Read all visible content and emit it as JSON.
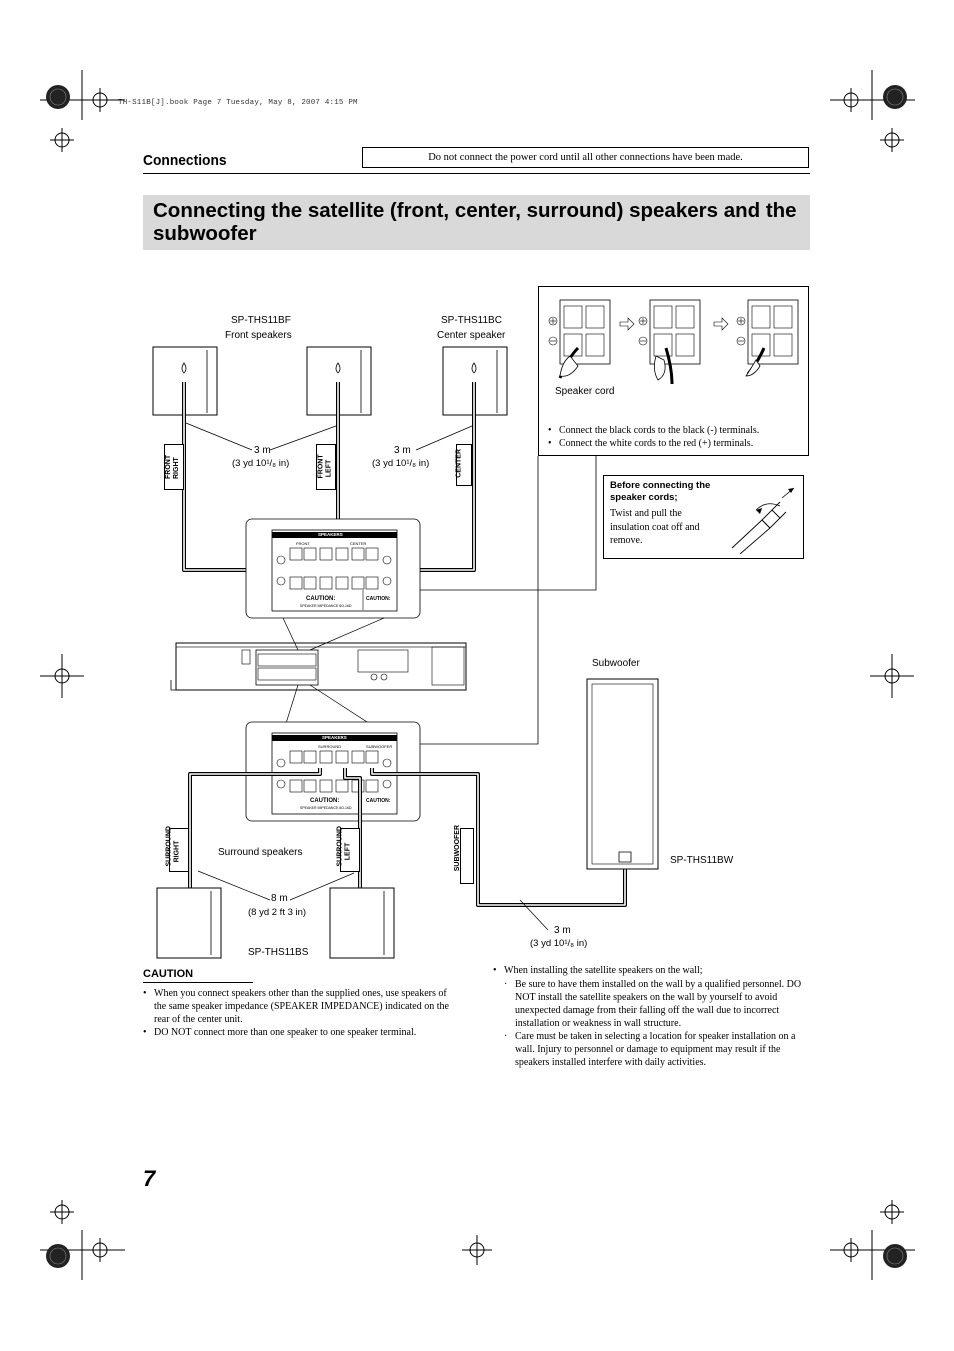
{
  "file_header": "TH-S11B[J].book  Page 7  Tuesday, May 8, 2007  4:15 PM",
  "section_title": "Connections",
  "notice": "Do not connect the power cord until all other connections have been made.",
  "heading": "Connecting the satellite (front, center, surround) speakers and the subwoofer",
  "diagram": {
    "front_model": "SP-THS11BF",
    "front_label": "Front speakers",
    "center_model": "SP-THS11BC",
    "center_label": "Center speaker",
    "tag_front_right": "FRONT\nRIGHT",
    "tag_front_left": "FRONT\nLEFT",
    "tag_center": "CENTER",
    "length_front": "3 m",
    "length_front_imperial": "(3 yd 10¹/₈ in)",
    "length_center": "3 m",
    "length_center_imperial": "(3 yd 10¹/₈ in)",
    "panel_speakers": "SPEAKERS",
    "panel_front": "FRONT",
    "panel_center": "CENTER",
    "panel_surround": "SURROUND",
    "panel_subwoofer": "SUBWOOFER",
    "panel_caution": "CAUTION:",
    "panel_impedance": "SPEAKER IMPEDANCE 6Ω-16Ω",
    "subwoofer_label": "Subwoofer",
    "subwoofer_model": "SP-THS11BW",
    "tag_surround_right": "SURROUND\nRIGHT",
    "tag_surround_left": "SURROUND\nLEFT",
    "tag_subwoofer": "SUBWOOFER",
    "surround_label": "Surround speakers",
    "length_surround": "8 m",
    "length_surround_imperial": "(8 yd 2 ft 3 in)",
    "surround_model": "SP-THS11BS",
    "length_sub": "3 m",
    "length_sub_imperial": "(3 yd 10¹/₈ in)"
  },
  "inset": {
    "speaker_cord_label": "Speaker cord",
    "bullets": [
      "Connect the black cords to the black (-) terminals.",
      "Connect the white cords to the red (+) terminals."
    ]
  },
  "before_box": {
    "title": "Before connecting the speaker cords;",
    "text": "Twist and pull the insulation coat off and remove."
  },
  "caution": {
    "title": "CAUTION",
    "bullets": [
      "When you connect speakers other than the supplied ones, use speakers of the same speaker impedance (SPEAKER IMPEDANCE) indicated on the rear of the center unit.",
      "DO NOT connect more than one speaker to one speaker terminal."
    ]
  },
  "wall": {
    "intro": "When installing the satellite speakers on the wall;",
    "items": [
      "Be sure to have them installed on the wall by a qualified personnel. DO NOT install the satellite speakers on the wall by yourself to avoid unexpected damage from their falling off the wall due to incorrect installation or weakness in wall structure.",
      "Care must be taken in selecting a location for speaker installation on a wall. Injury to personnel or damage to equipment may result if the speakers installed interfere with daily activities."
    ]
  },
  "page_number": "7"
}
